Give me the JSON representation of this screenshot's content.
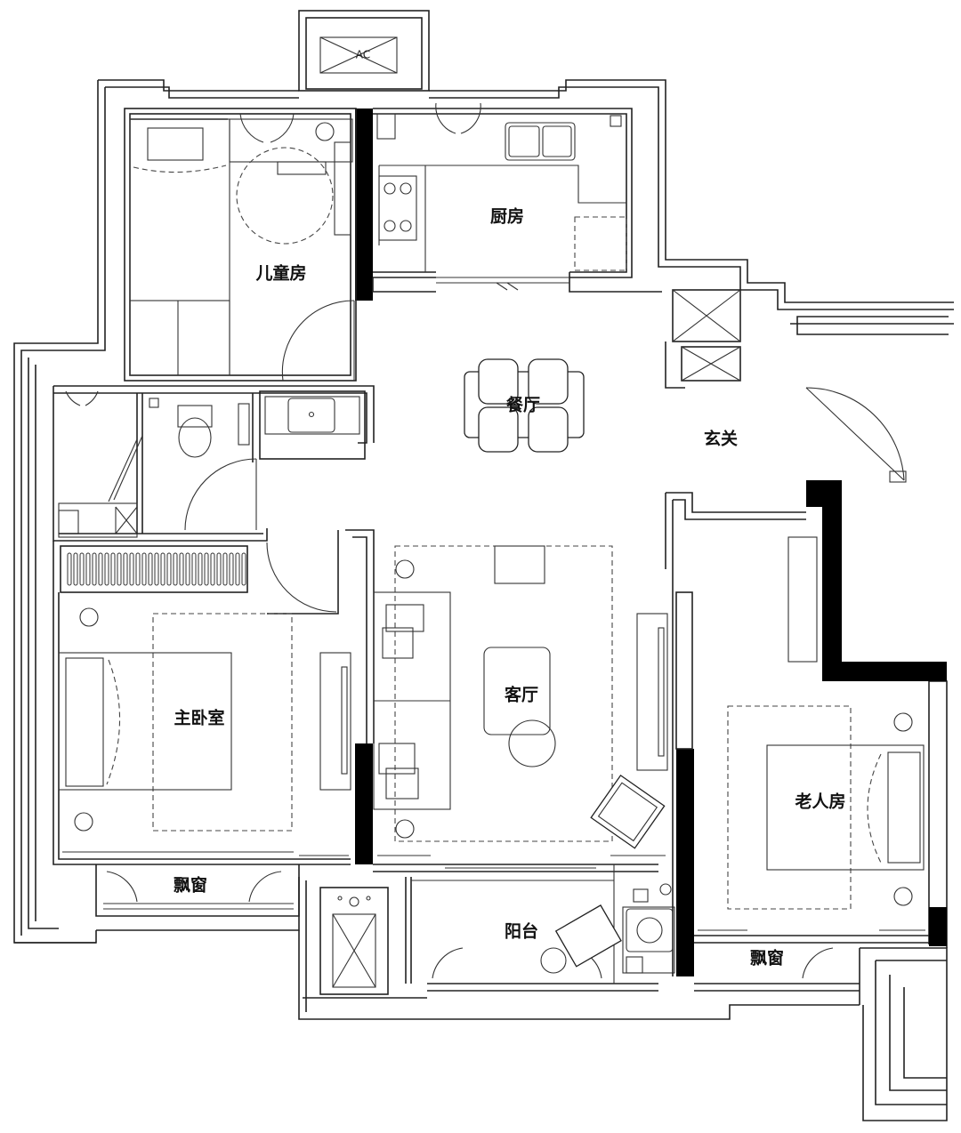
{
  "rooms": {
    "kids_room": "儿童房",
    "kitchen": "厨房",
    "dining": "餐厅",
    "entrance": "玄关",
    "living": "客厅",
    "master_bedroom": "主卧室",
    "elderly_room": "老人房",
    "balcony": "阳台",
    "bay_window_left": "飘窗",
    "bay_window_right": "飘窗"
  },
  "ac_label": "AC",
  "colors": {
    "wall_fill": "#000000",
    "line": "#222222",
    "background": "#ffffff"
  }
}
